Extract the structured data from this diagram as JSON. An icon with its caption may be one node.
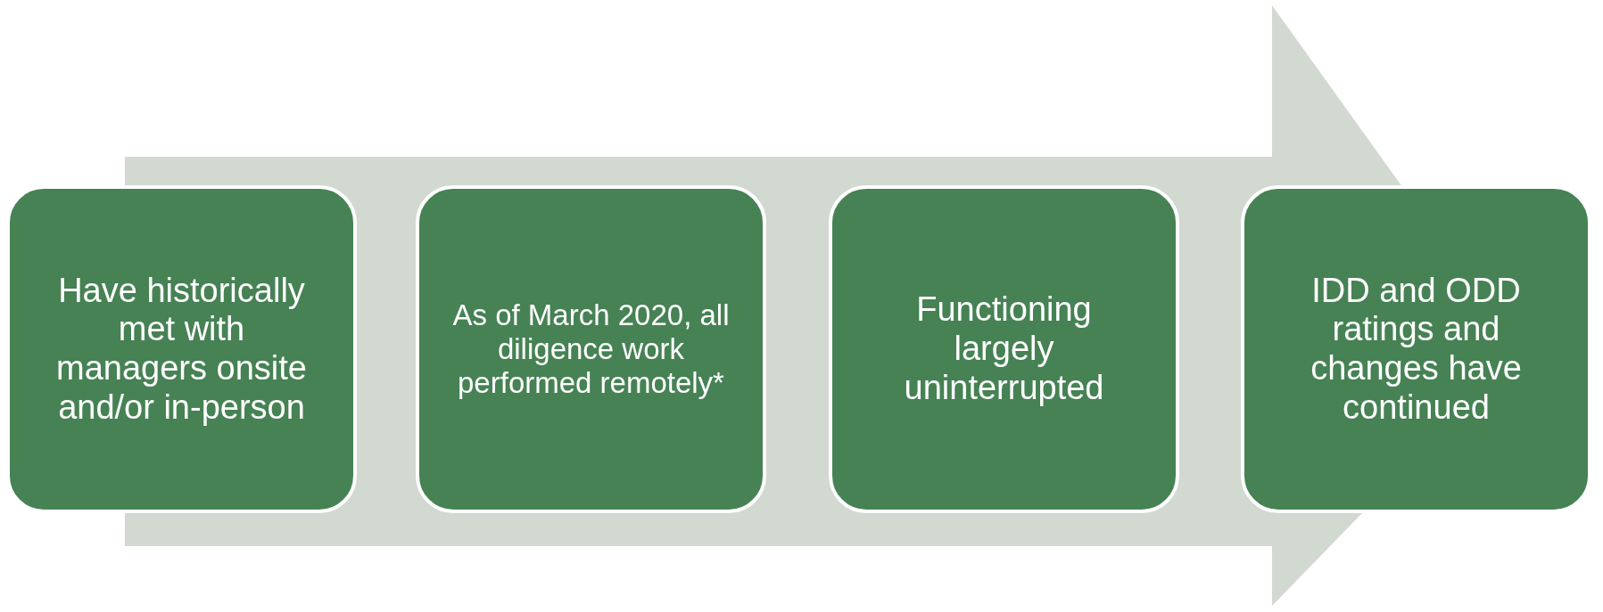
{
  "diagram": {
    "nodes": [
      {
        "text": [
          "Have historically met with managers onsite and/or in-person"
        ]
      },
      {
        "text": [
          "As of March 2020, all diligence work performed remotely*"
        ]
      },
      {
        "text": [
          "Functioning largely uninterrupted"
        ]
      },
      {
        "text": [
          "IDD and ODD ratings and changes have continued"
        ]
      }
    ],
    "edges": [
      {
        "from": 0,
        "to": 3,
        "arrow": "to"
      }
    ]
  }
}
